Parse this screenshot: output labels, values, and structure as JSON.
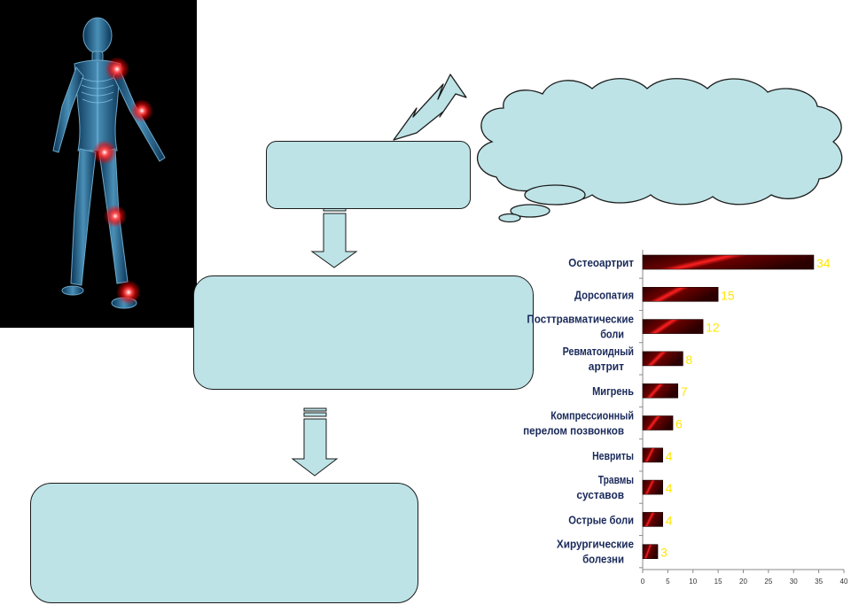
{
  "illustration": {
    "icon": "glowing-skeleton-body-icon",
    "background": "#000000",
    "highlight_color": "#ff2020"
  },
  "diagram": {
    "box_fill": "#bde3e6",
    "box_stroke": "#1b1b1b",
    "box_top_text": "",
    "box_middle_text": "",
    "box_bottom_text": "",
    "cloud_text": ""
  },
  "chart_data": {
    "type": "bar",
    "orientation": "horizontal",
    "categories": [
      "Остеоартрит",
      "Дорсопатия",
      "Посттравматические боли",
      "Ревматоидный артрит",
      "Мигрень",
      "Компрессионный перелом позвонков",
      "Невриты",
      "Травмы суставов",
      "Острые боли",
      "Хирургические болезни"
    ],
    "values": [
      34,
      15,
      12,
      8,
      7,
      6,
      4,
      4,
      4,
      3
    ],
    "x_ticks": [
      0,
      5,
      10,
      15,
      20,
      25,
      30,
      35,
      40
    ],
    "xlim": [
      0,
      40
    ],
    "grid": false,
    "bar_color": "#3a0000",
    "bar_highlight": "#ff2020",
    "label_color": "#1a2a5a",
    "value_label_color": "#ffe600"
  }
}
